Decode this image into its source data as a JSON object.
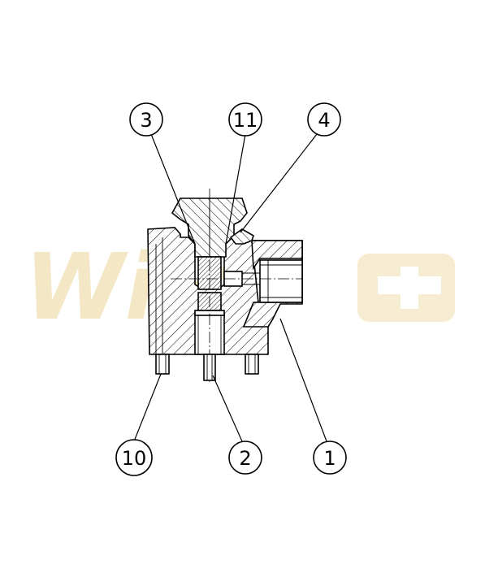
{
  "balloons": [
    {
      "label": "3"
    },
    {
      "label": "11"
    },
    {
      "label": "4"
    },
    {
      "label": "10"
    },
    {
      "label": "2"
    },
    {
      "label": "1"
    }
  ],
  "watermark": {
    "text": "Wi    o"
  },
  "colors": {
    "line": "#000000",
    "watermark": "#f3e7c6",
    "background": "#ffffff"
  }
}
